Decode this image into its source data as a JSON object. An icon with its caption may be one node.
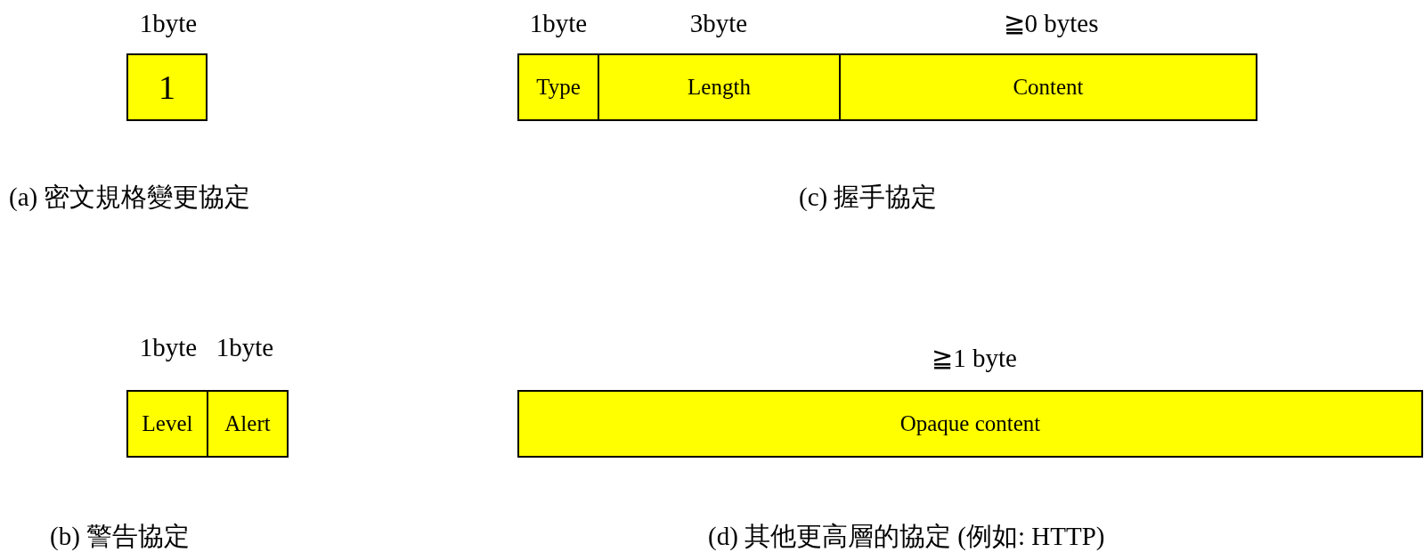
{
  "diagram": {
    "nodes": [
      {
        "text": [
          "1"
        ]
      },
      {
        "text": [
          "Type"
        ]
      },
      {
        "text": [
          "Length"
        ]
      },
      {
        "text": [
          "Content"
        ]
      },
      {
        "text": [
          "Level"
        ]
      },
      {
        "text": [
          "Alert"
        ]
      },
      {
        "text": [
          "Opaque content"
        ]
      }
    ],
    "labels": [
      "1byte",
      "1byte",
      "3byte",
      "≧0 bytes",
      "(a) 密文規格變更協定",
      "(c) 握手協定",
      "1byte",
      "1byte",
      "≧1 byte",
      "(b) 警告協定",
      "(d) 其他更高層的協定 (例如: HTTP)"
    ]
  }
}
